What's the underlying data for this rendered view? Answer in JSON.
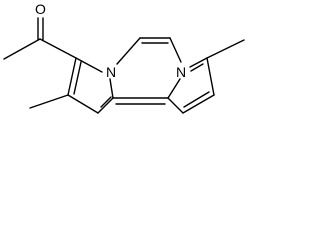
{
  "structure": {
    "atoms": {
      "O": "O",
      "N1": "N",
      "N2": "N"
    },
    "colors": {
      "bond": "#000000",
      "background": "#ffffff"
    }
  }
}
